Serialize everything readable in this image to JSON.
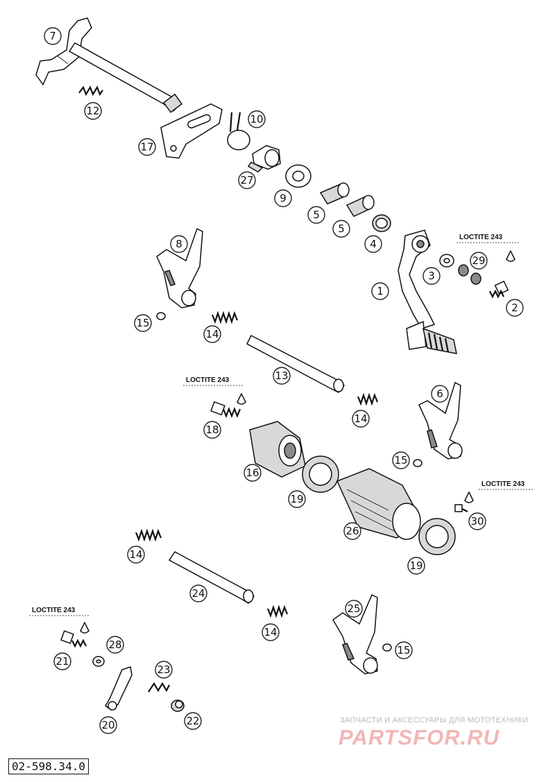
{
  "diagram": {
    "document_code": "02-598.34.0",
    "loctite_label": "LOCTITE 243",
    "watermark": {
      "tagline": "ЗАПЧАСТИ И АКСЕССУАРЫ ДЛЯ МОТОТЕХНИКИ",
      "brand": "PARTSFOR.RU"
    },
    "callouts": [
      "7",
      "12",
      "10",
      "17",
      "27",
      "9",
      "5",
      "5",
      "4",
      "8",
      "3",
      "29",
      "1",
      "2",
      "15",
      "14",
      "13",
      "6",
      "18",
      "14",
      "16",
      "15",
      "19",
      "26",
      "30",
      "14",
      "19",
      "24",
      "25",
      "14",
      "21",
      "28",
      "23",
      "15",
      "20",
      "22"
    ]
  }
}
